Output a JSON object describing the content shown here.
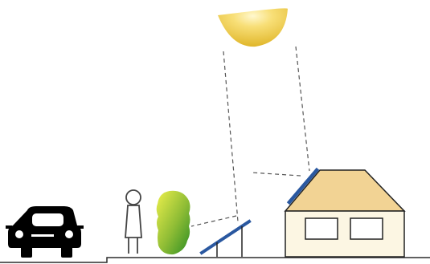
{
  "diagram": {
    "type": "illustration",
    "elements": [
      "sun",
      "sun-rays",
      "car",
      "person",
      "bush",
      "ground-solar-panel",
      "house",
      "roof-solar-panel"
    ]
  },
  "colors": {
    "sun_light": "#fff8cf",
    "sun_mid": "#f5d45c",
    "sun_dark": "#e0b62a",
    "solar_panel": "#2a58a0",
    "roof": "#f2d394",
    "wall": "#fcf6e3",
    "outline": "#222222",
    "car": "#000000",
    "bush_light": "#ecef4c",
    "bush_dark": "#2c8d23"
  }
}
